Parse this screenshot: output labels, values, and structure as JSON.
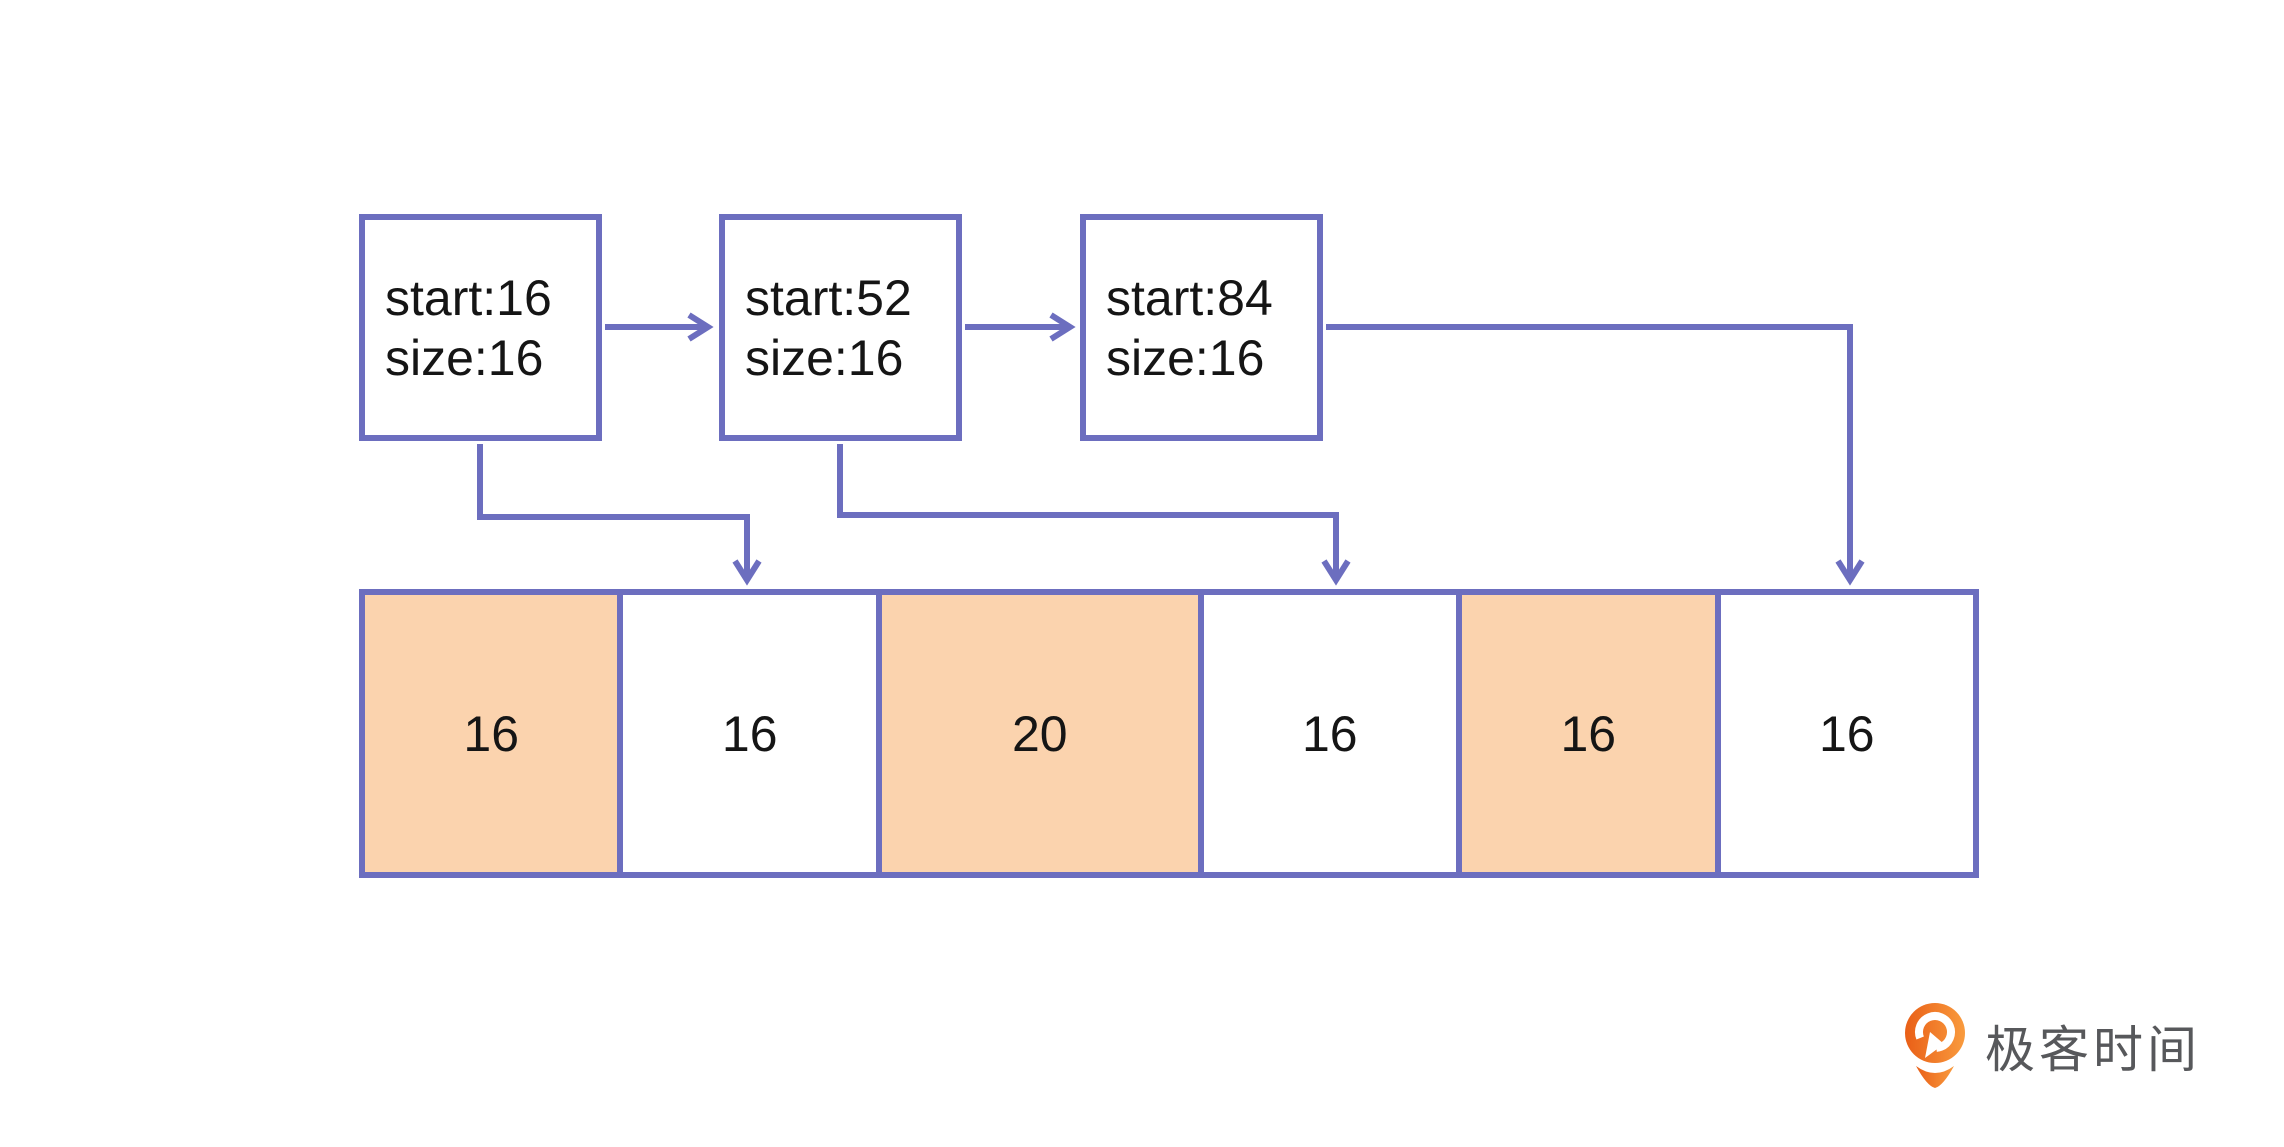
{
  "colors": {
    "line": "#6c6ebf",
    "ink": "#151515",
    "segment_orange": "#fbd3ae",
    "segment_white": "#ffffff",
    "logo_text": "#57585b",
    "logo_orange_dark": "#e95f17",
    "logo_orange_light": "#f99b3e"
  },
  "free_list_nodes": [
    {
      "start_label": "start:16",
      "size_label": "size:16"
    },
    {
      "start_label": "start:52",
      "size_label": "size:16"
    },
    {
      "start_label": "start:84",
      "size_label": "size:16"
    }
  ],
  "memory_segments": [
    {
      "label": "16",
      "size": 16,
      "fill": "segment_orange"
    },
    {
      "label": "16",
      "size": 16,
      "fill": "segment_white"
    },
    {
      "label": "20",
      "size": 20,
      "fill": "segment_orange"
    },
    {
      "label": "16",
      "size": 16,
      "fill": "segment_white"
    },
    {
      "label": "16",
      "size": 16,
      "fill": "segment_orange"
    },
    {
      "label": "16",
      "size": 16,
      "fill": "segment_white"
    }
  ],
  "logo": {
    "text": "极客时间"
  }
}
